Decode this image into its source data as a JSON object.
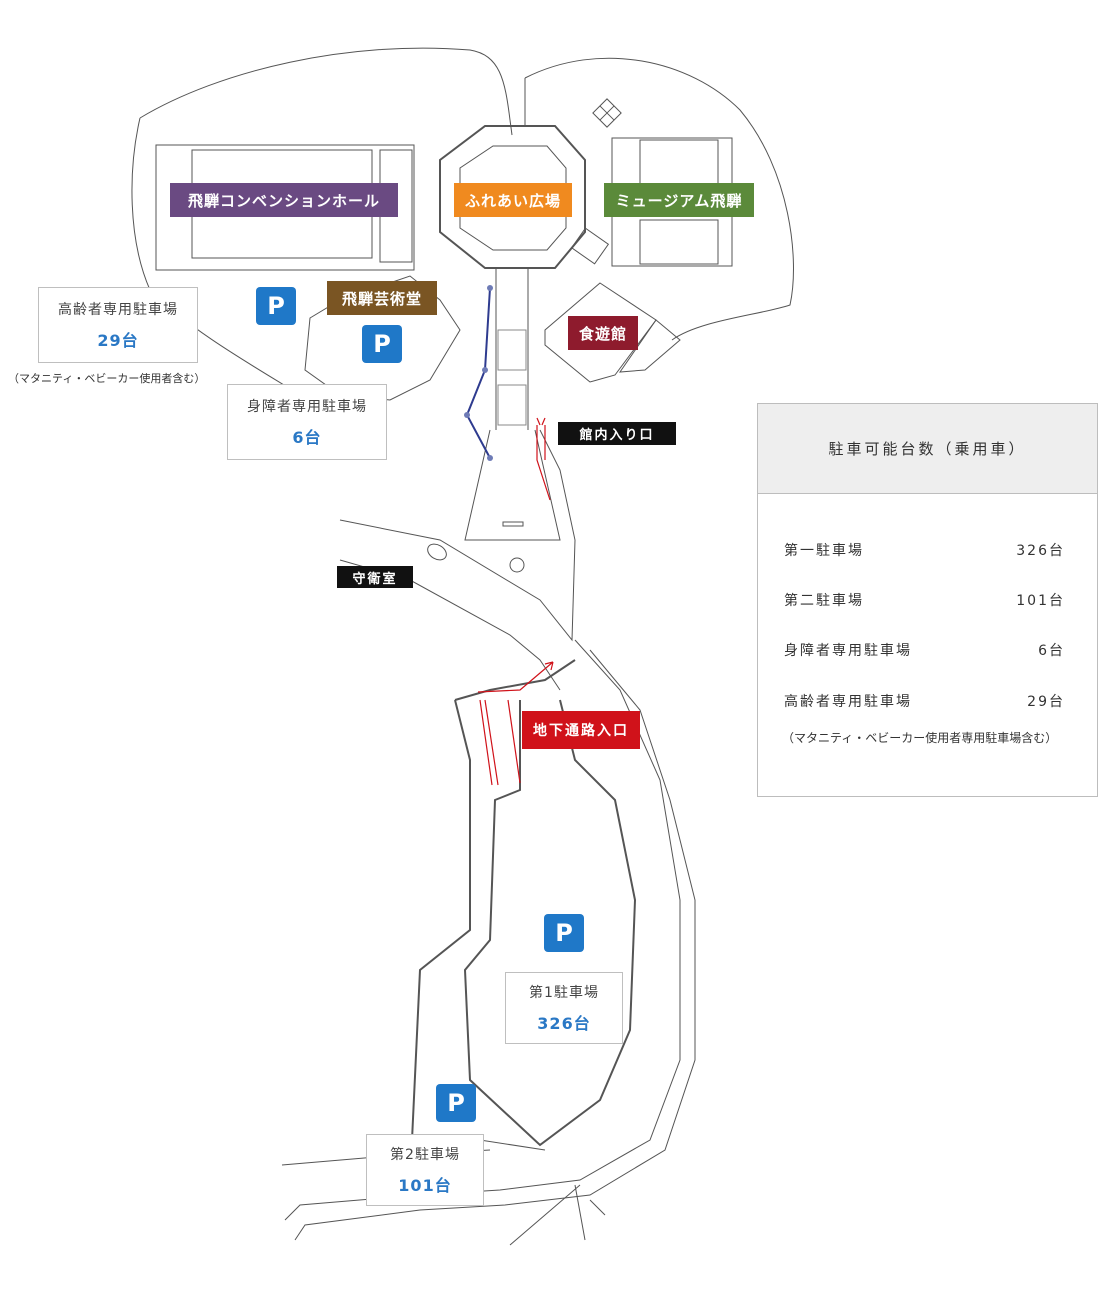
{
  "buildings": {
    "convention_hall": {
      "label": "飛騨コンベンションホール",
      "color": "#6a4a82"
    },
    "fureai_plaza": {
      "label": "ふれあい広場",
      "color": "#f08a1f"
    },
    "museum": {
      "label": "ミュージアム飛騨",
      "color": "#5b8a3a"
    },
    "art_hall": {
      "label": "飛騨芸術堂",
      "color": "#7a5523"
    },
    "dining_hall": {
      "label": "食遊館",
      "color": "#8e1b2d"
    }
  },
  "parking_lots": {
    "elderly": {
      "name": "高齢者専用駐車場",
      "count": "29台",
      "note": "（マタニティ・ベビーカー使用者含む）"
    },
    "disabled": {
      "name": "身障者専用駐車場",
      "count": "6台"
    },
    "lot1": {
      "name": "第1駐車場",
      "count": "326台"
    },
    "lot2": {
      "name": "第2駐車場",
      "count": "101台"
    }
  },
  "parking_icon": {
    "glyph": "P",
    "color": "#1f78c8"
  },
  "labels": {
    "entrance": "館内入り口",
    "guard_room": "守衛室",
    "underground_entrance": "地下通路入口"
  },
  "summary": {
    "title": "駐車可能台数（乗用車）",
    "rows": [
      {
        "name": "第一駐車場",
        "count": "326台"
      },
      {
        "name": "第二駐車場",
        "count": "101台"
      },
      {
        "name": "身障者専用駐車場",
        "count": "6台"
      },
      {
        "name": "高齢者専用駐車場",
        "count": "29台"
      }
    ],
    "note": "（マタニティ・ベビーカー使用者専用駐車場含む）"
  }
}
